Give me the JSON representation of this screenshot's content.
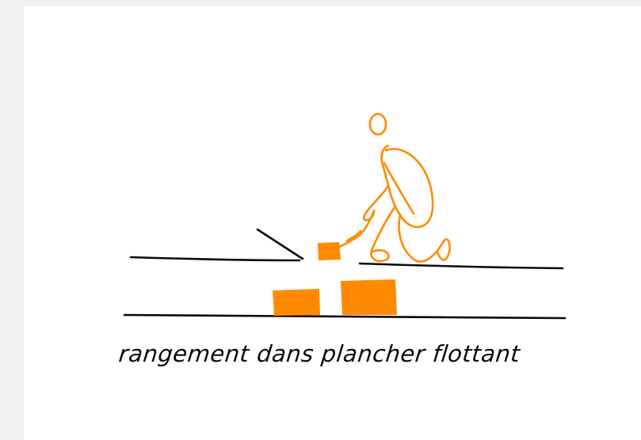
{
  "caption": "rangement dans plancher flottant",
  "colors": {
    "background": "#f2f2f2",
    "paper": "#ffffff",
    "ink": "#0a0a0a",
    "accent": "#ff8a00"
  },
  "illustration": {
    "subject": "kneeling person placing a box into floor storage",
    "elements": [
      "upper-floor-line",
      "open-floor-hatch",
      "lower-floor-line",
      "storage-box",
      "person-figure"
    ]
  }
}
